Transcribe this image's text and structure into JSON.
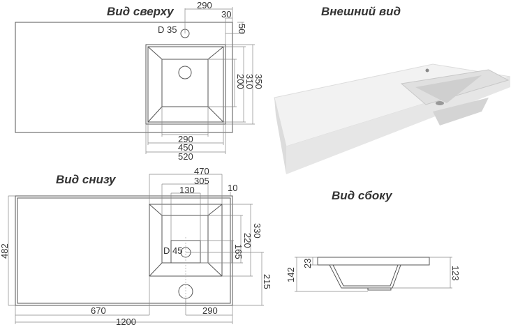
{
  "views": {
    "top": {
      "title": "Вид сверху",
      "hole_label": "D 35",
      "dims": {
        "tap_offset": "290",
        "edge_30": "30",
        "edge_50": "50",
        "depth_350": "350",
        "depth_310": "310",
        "depth_200": "200",
        "w_290": "290",
        "w_450": "450",
        "w_520": "520"
      }
    },
    "exterior": {
      "title": "Внешний вид"
    },
    "bottom": {
      "title": "Вид снизу",
      "drain_label": "D 45",
      "dims": {
        "w_470": "470",
        "w_305": "305",
        "w_130": "130",
        "edge_10": "10",
        "h_330": "330",
        "h_220": "220",
        "h_165": "165",
        "h_215": "215",
        "depth_482": "482",
        "len_670": "670",
        "len_1200": "1200",
        "off_290": "290"
      }
    },
    "side": {
      "title": "Вид сбоку",
      "dims": {
        "total_142": "142",
        "slab_23": "23",
        "bowl_123": "123"
      }
    }
  }
}
